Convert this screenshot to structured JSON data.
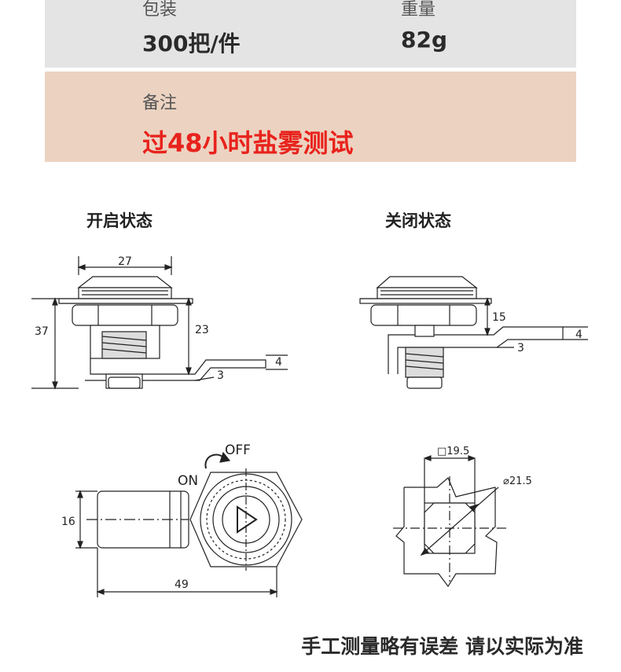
{
  "specs": {
    "packaging_label": "包装",
    "packaging_value": "300把/件",
    "weight_label": "重量",
    "weight_value": "82g",
    "note_label": "备注",
    "note_value": "过48小时盐雾测试"
  },
  "diagrams": {
    "open_title": "开启状态",
    "closed_title": "关闭状态",
    "open_dims": {
      "width": "27",
      "height_total": "37",
      "height_cam": "23",
      "cam_thickness": "3",
      "cam_width": "4"
    },
    "closed_dims": {
      "height": "15",
      "cam_width": "4",
      "cam_thickness": "3"
    },
    "front_view": {
      "off_label": "OFF",
      "on_label": "ON",
      "cam_height": "16",
      "total_length": "49"
    },
    "cutout": {
      "square": "□19.5",
      "diameter": "⌀21.5"
    }
  },
  "footer_note": "手工测量略有误差 请以实际为准"
}
